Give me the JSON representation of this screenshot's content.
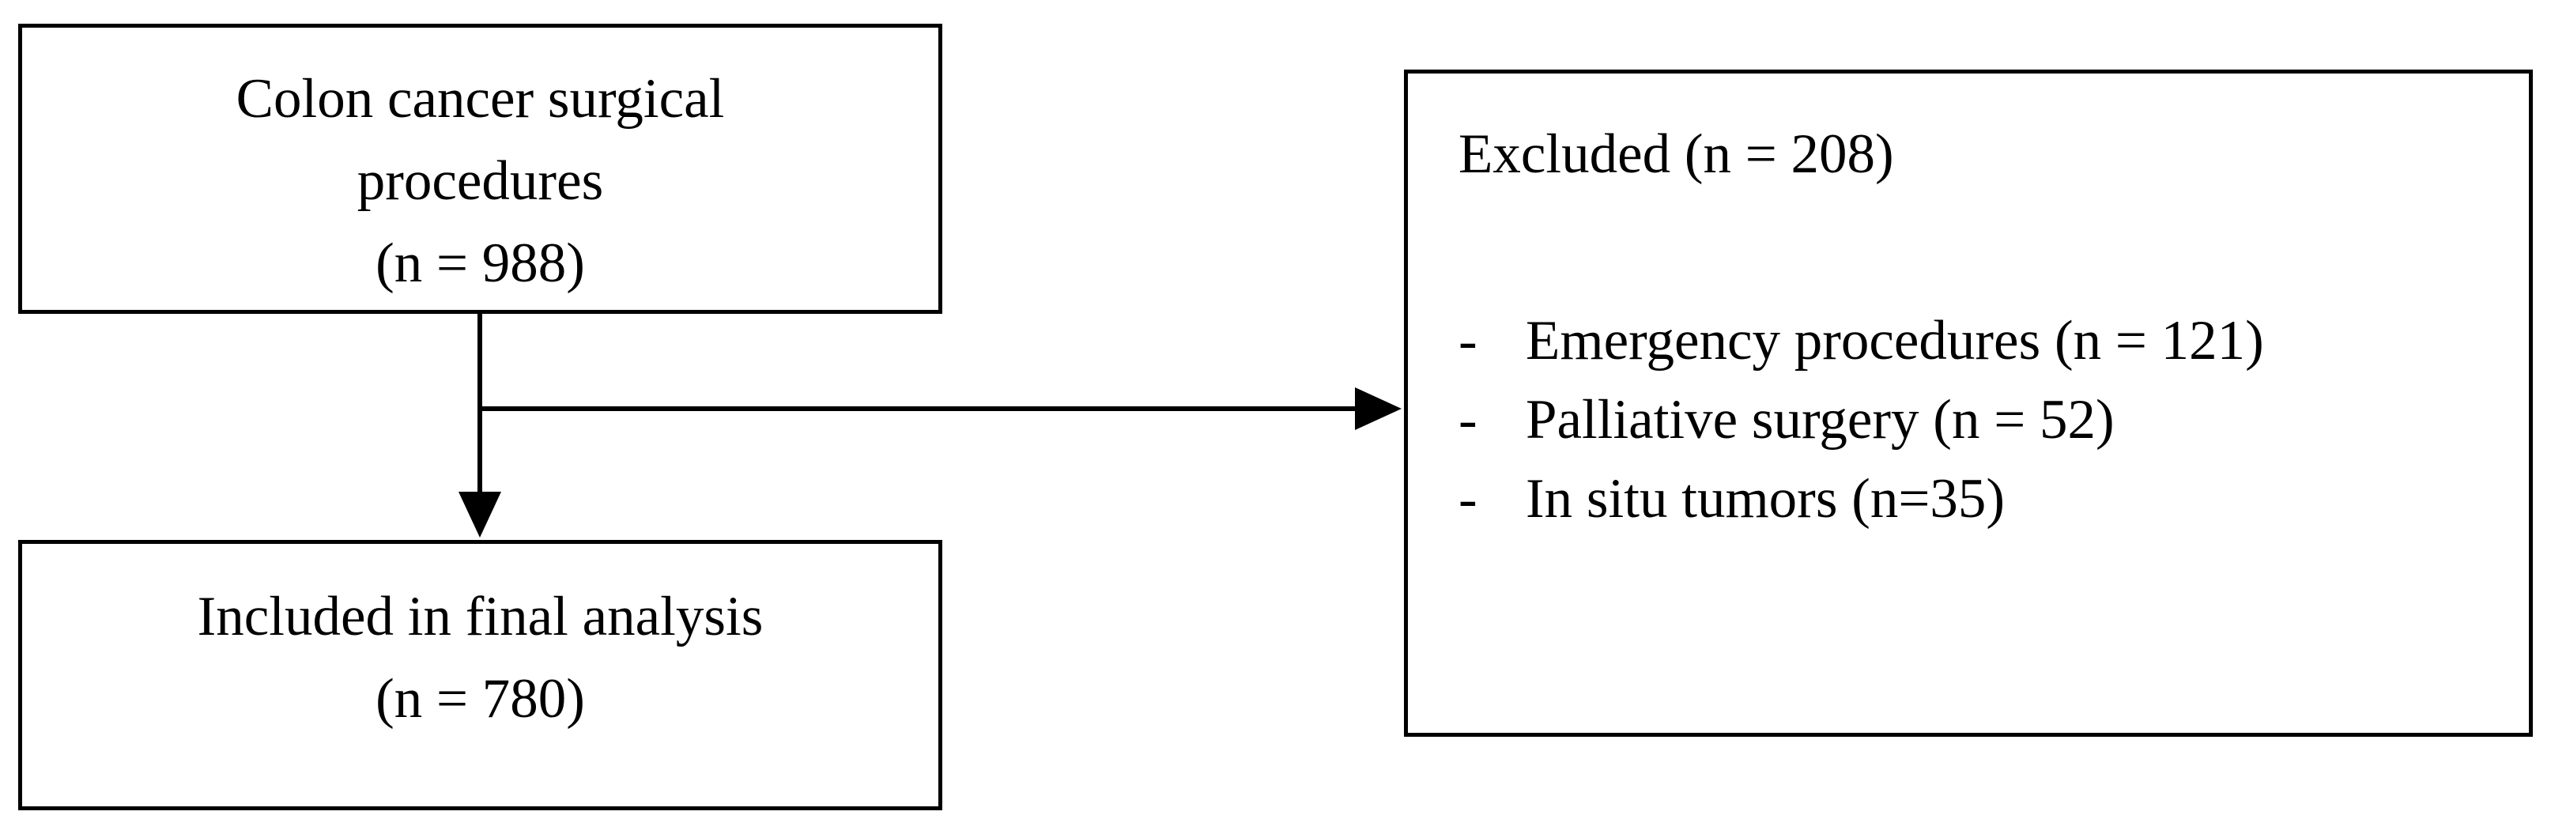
{
  "source_box": {
    "line1": "Colon cancer surgical",
    "line2": "procedures",
    "line3": "(n = 988)"
  },
  "included_box": {
    "line1": "Included in final analysis",
    "line2": "(n = 780)"
  },
  "excluded_box": {
    "title": "Excluded (n = 208)",
    "bullet": "-",
    "items": [
      "Emergency procedures (n = 121)",
      "Palliative surgery (n = 52)",
      "In situ tumors (n=35)"
    ]
  }
}
